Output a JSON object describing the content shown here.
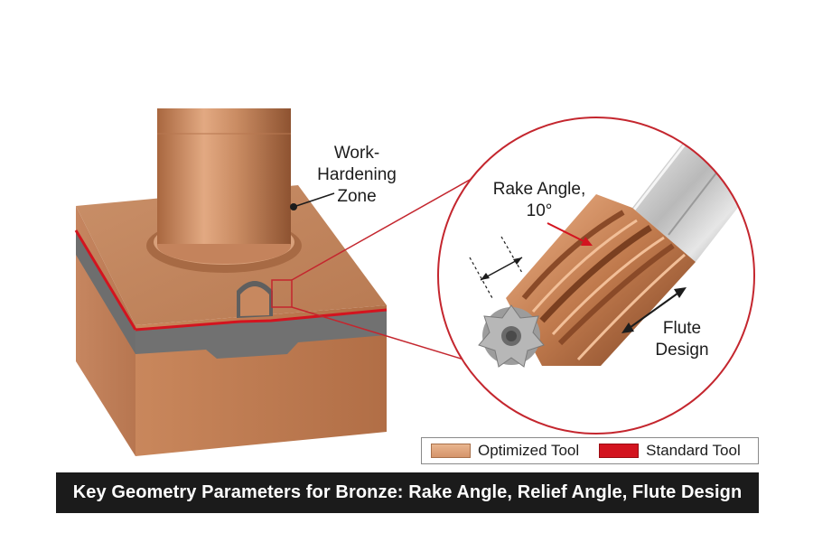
{
  "labels": {
    "work_hardening_line1": "Work-",
    "work_hardening_line2": "Hardening",
    "work_hardening_line3": "Zone",
    "rake_angle_line1": "Rake Angle,",
    "rake_angle_line2": "10°",
    "flute_design_line1": "Flute",
    "flute_design_line2": "Design"
  },
  "legend": {
    "optimized_label": "Optimized Tool",
    "standard_label": "Standard Tool"
  },
  "caption": "Key Geometry Parameters for Bronze: Rake Angle, Relief Angle, Flute Design",
  "colors": {
    "bronze": "#c98a62",
    "standard_tool": "#d3141f",
    "banner": "#1b1b1b",
    "zoom_circle": "#c4262e"
  }
}
